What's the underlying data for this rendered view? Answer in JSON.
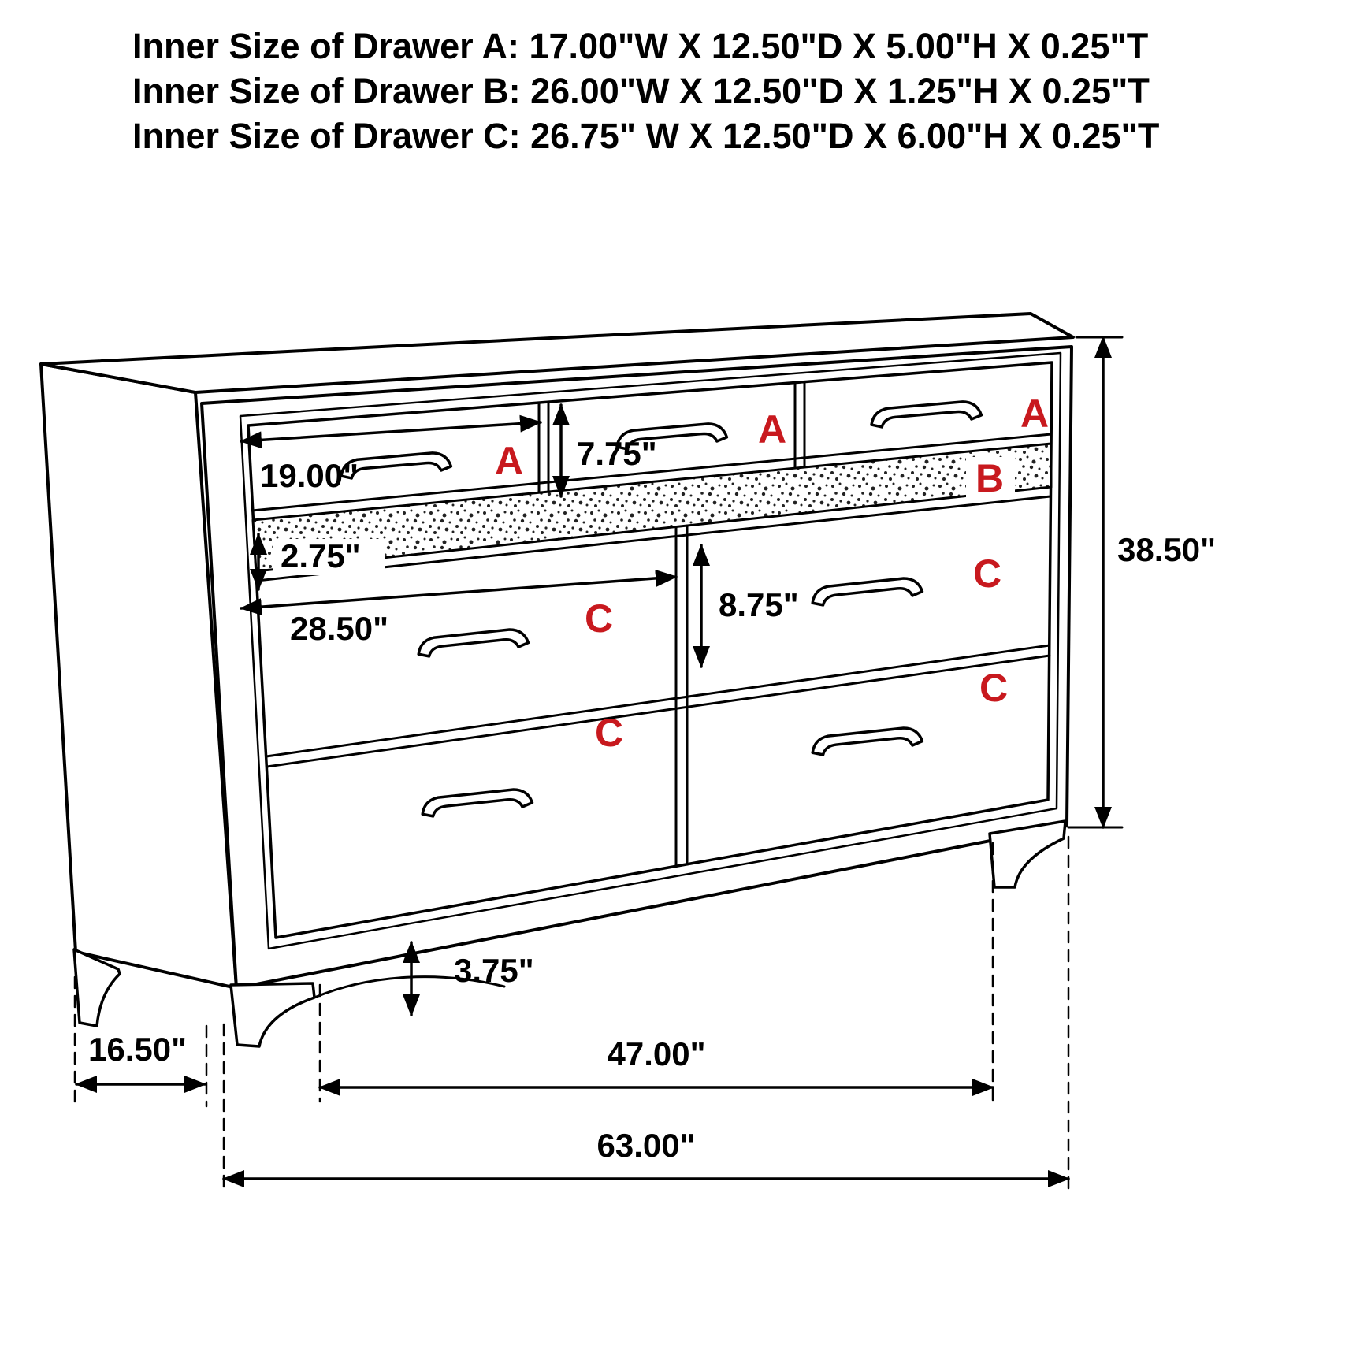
{
  "header": {
    "lines": [
      "Inner Size of Drawer A: 17.00\"W X 12.50\"D X 5.00\"H X 0.25\"T",
      "Inner Size of Drawer B: 26.00\"W X 12.50\"D X 1.25\"H X 0.25\"T",
      "Inner Size of Drawer C: 26.75\" W X 12.50\"D X 6.00\"H X 0.25\"T"
    ]
  },
  "labels": {
    "drawer_a": "A",
    "drawer_b": "B",
    "drawer_c": "C"
  },
  "dims": {
    "drawer_a_front_width": "19.00\"",
    "top_row_height": "7.75\"",
    "jewelry_band_height": "2.75\"",
    "drawer_c_front_width": "28.50\"",
    "drawer_c_front_height": "8.75\"",
    "overall_height": "38.50\"",
    "foot_height": "3.75\"",
    "depth": "16.50\"",
    "leg_span_width": "47.00\"",
    "overall_width": "63.00\""
  },
  "colors": {
    "label_red": "#c8191e",
    "line_black": "#000000"
  }
}
